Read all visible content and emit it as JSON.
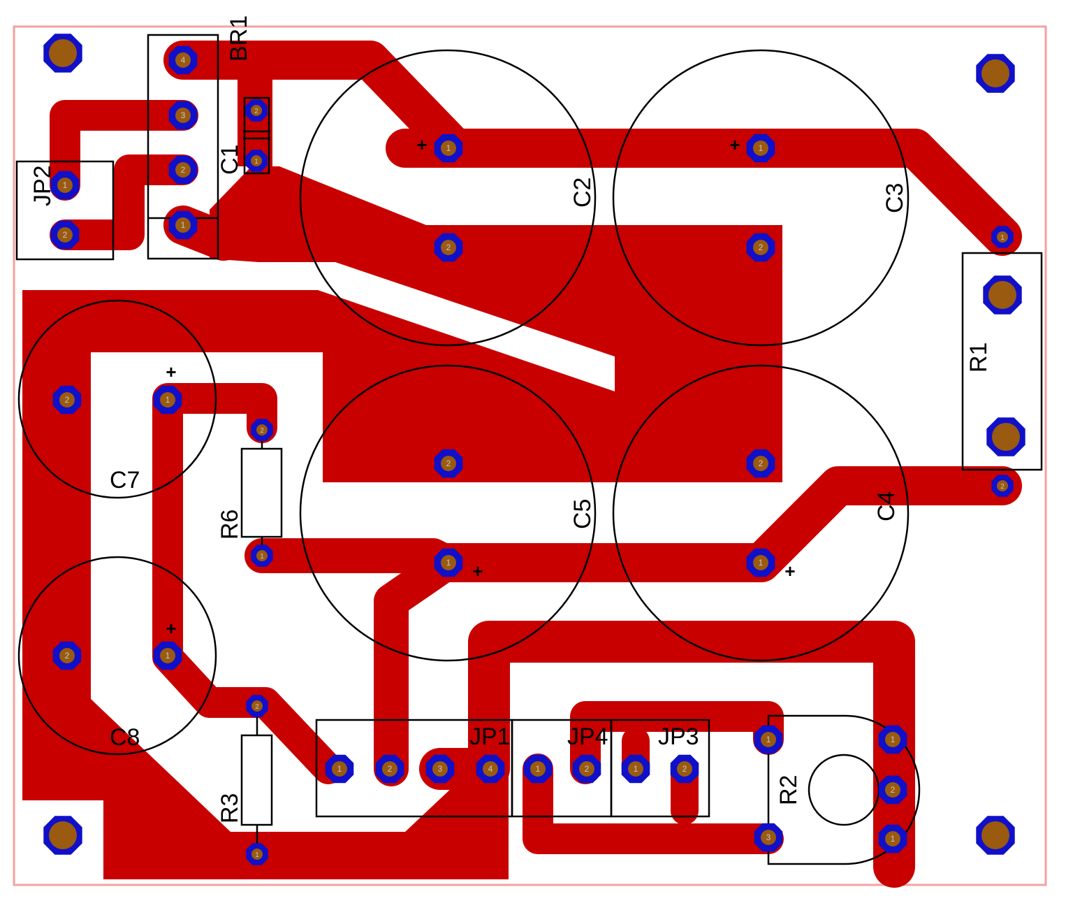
{
  "colors": {
    "background": "#ffffff",
    "outline": "#f4a0a0",
    "copper": "#c80000",
    "pad_ring": "#1010c8",
    "pad_hole": "#9a5a10",
    "silk": "#000000",
    "pin_label": "#c8c8c8"
  },
  "components": {
    "BR1": "BR1",
    "C1": "C1",
    "C2": "C2",
    "C3": "C3",
    "C4": "C4",
    "C5": "C5",
    "C7": "C7",
    "C8": "C8",
    "JP1": "JP1",
    "JP2": "JP2",
    "JP3": "JP3",
    "JP4": "JP4",
    "R1": "R1",
    "R2": "R2",
    "R3": "R3",
    "R6": "R6"
  },
  "polarity_mark": "+",
  "pins": {
    "p1": "1",
    "p2": "2",
    "p3": "3",
    "p4": "4"
  }
}
